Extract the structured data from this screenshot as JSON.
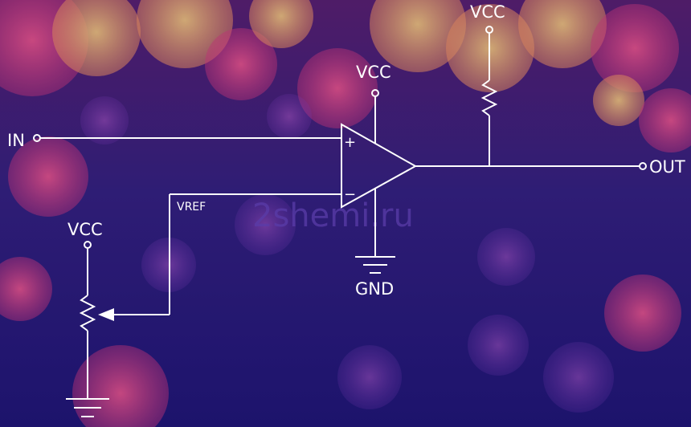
{
  "labels": {
    "input": "IN",
    "output": "OUT",
    "vcc_opamp": "VCC",
    "vcc_pullup": "VCC",
    "vcc_pot": "VCC",
    "gnd": "GND",
    "vref": "VREF",
    "plus": "+",
    "minus": "−"
  },
  "watermark": "2shemi.ru",
  "colors": {
    "background_top": "#3a1f6e",
    "background_bottom": "#1a1068",
    "wire": "#ffffff"
  }
}
